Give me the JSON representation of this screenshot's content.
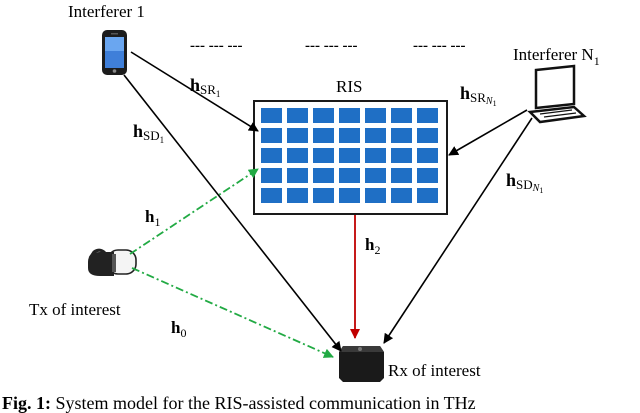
{
  "labels": {
    "interferer_1": "Interferer 1",
    "interferer_n_base": "Interferer N",
    "interferer_n_sub": "1",
    "ris": "RIS",
    "tx": "Tx of interest",
    "rx": "Rx of interest",
    "dots": "--- --- ---"
  },
  "channels": {
    "h_sr1": {
      "base": "h",
      "sub": "SR",
      "subsub": "1"
    },
    "h_sd1": {
      "base": "h",
      "sub": "SD",
      "subsub": "1"
    },
    "h_srn": {
      "base": "h",
      "sub": "SR",
      "subsub": "N",
      "subsubsub": "1"
    },
    "h_sdn": {
      "base": "h",
      "sub": "SD",
      "subsub": "N",
      "subsubsub": "1"
    },
    "h1": {
      "base": "h",
      "sub": "1"
    },
    "h2": {
      "base": "h",
      "sub": "2"
    },
    "h0": {
      "base": "h",
      "sub": "0"
    }
  },
  "caption": {
    "prefix": "Fig. 1:",
    "text": " System model for the RIS-assisted communication in THz"
  },
  "colors": {
    "ris_tile": "#1f6fc5",
    "ris_border": "#1a1a1a",
    "arrow_black": "#000000",
    "arrow_red": "#c00000",
    "arrow_green": "#22aa44"
  }
}
